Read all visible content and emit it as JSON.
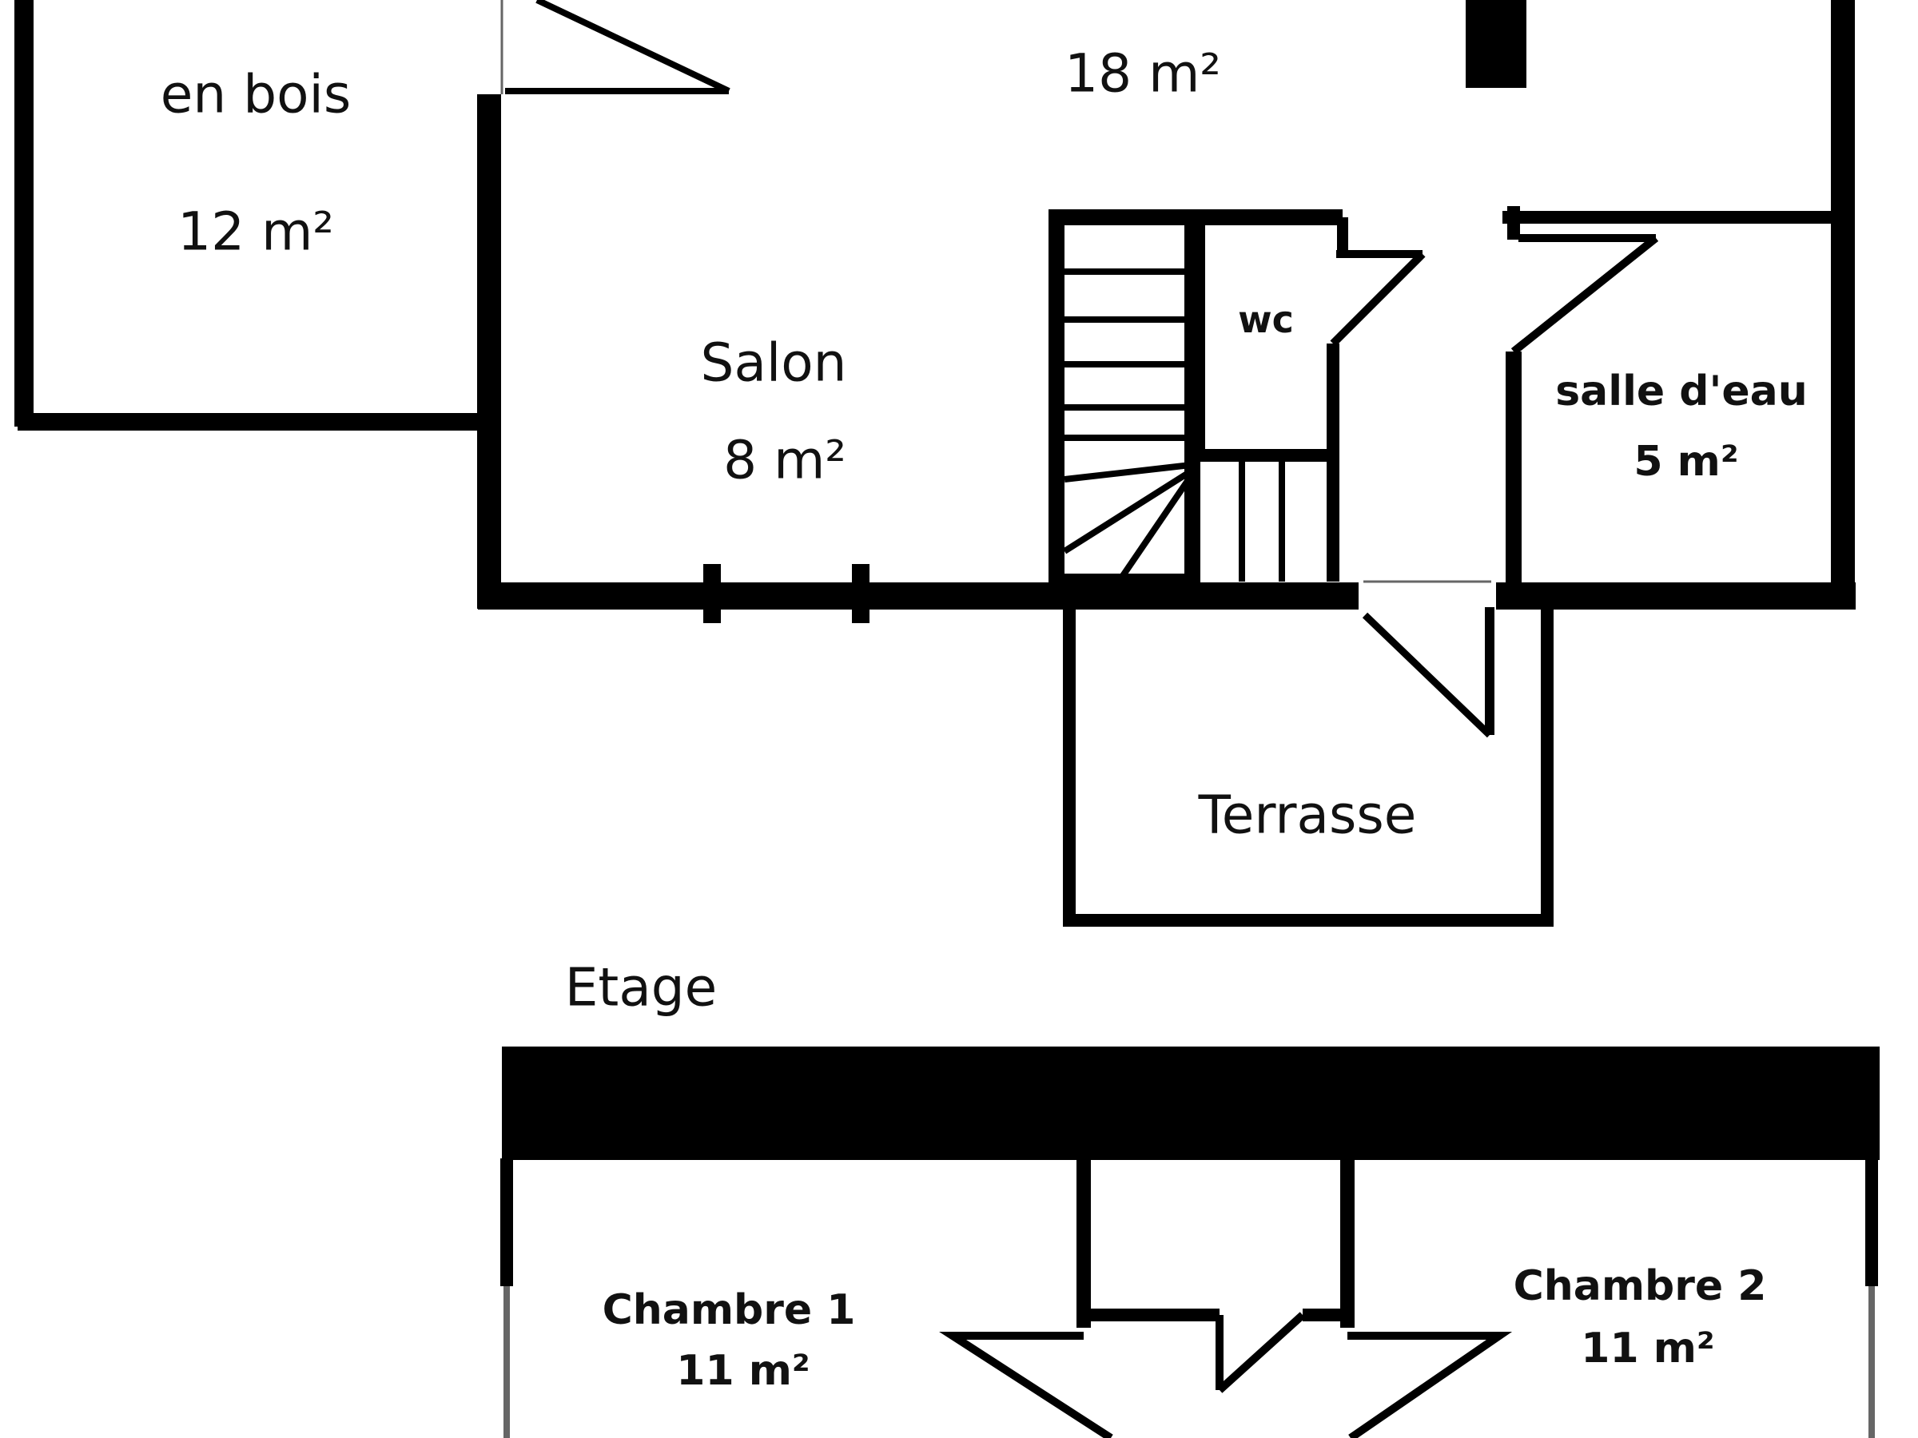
{
  "rooms": {
    "abri": {
      "line1": "en bois",
      "area": "12 m²"
    },
    "sejour": {
      "area": "18 m²"
    },
    "salon": {
      "name": "Salon",
      "area": "8 m²"
    },
    "wc": {
      "name": "wc"
    },
    "salle_deau": {
      "name": "salle d'eau",
      "area": "5 m²"
    },
    "terrasse": {
      "name": "Terrasse"
    },
    "chambre1": {
      "name": "Chambre 1",
      "area": "11 m²"
    },
    "chambre2": {
      "name": "Chambre 2",
      "area": "11 m²"
    }
  },
  "floors": {
    "etage": "Etage"
  },
  "colors": {
    "wall": "#000000",
    "background": "#ffffff"
  }
}
